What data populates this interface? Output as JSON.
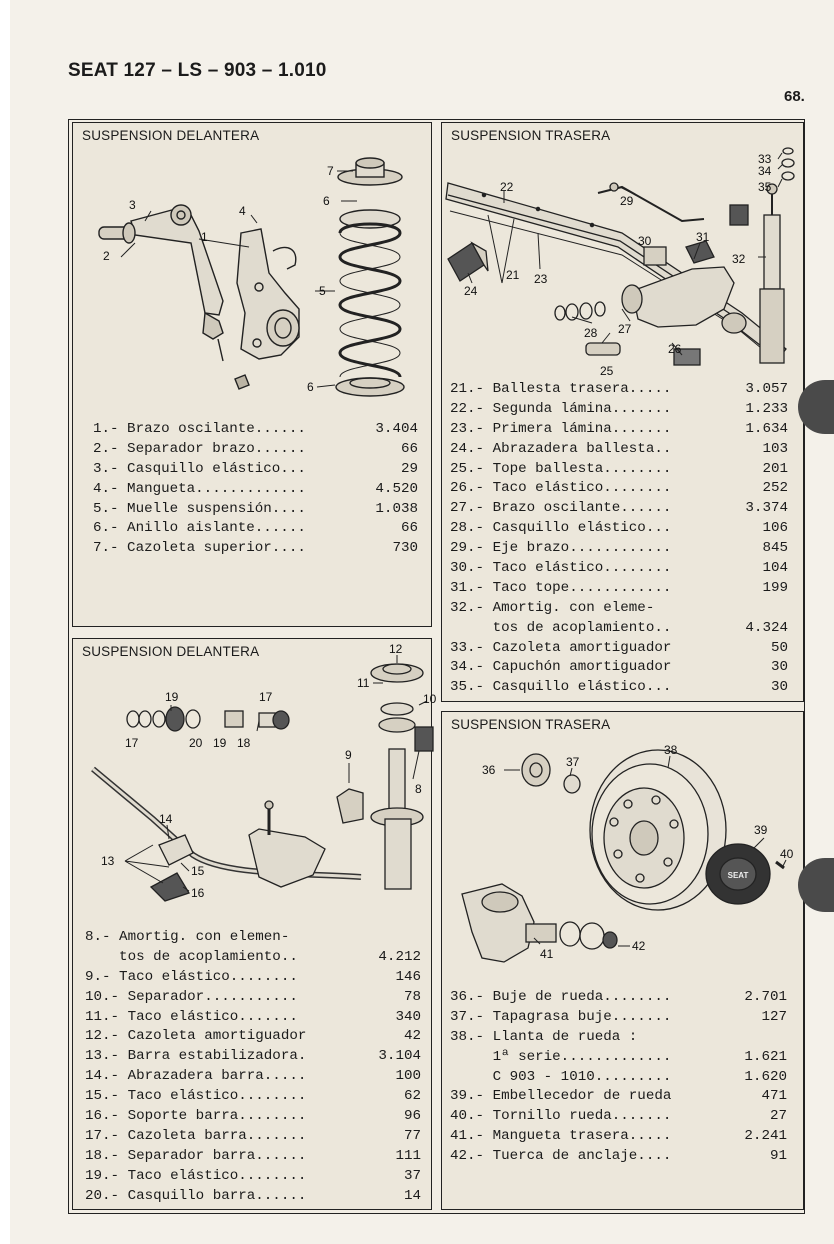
{
  "header": {
    "title": "SEAT 127 – LS – 903 – 1.010",
    "page_number": "68."
  },
  "panels": {
    "front_top": {
      "title": "SUSPENSION DELANTERA",
      "callouts": [
        "1",
        "2",
        "3",
        "4",
        "5",
        "6",
        "6",
        "7"
      ],
      "items": [
        {
          "desc": "1.- Brazo oscilante......",
          "price": "3.404"
        },
        {
          "desc": "2.- Separador brazo......",
          "price": "66"
        },
        {
          "desc": "3.- Casquillo elástico...",
          "price": "29"
        },
        {
          "desc": "4.- Mangueta.............",
          "price": "4.520"
        },
        {
          "desc": "5.- Muelle suspensión....",
          "price": "1.038"
        },
        {
          "desc": "6.- Anillo aislante......",
          "price": "66"
        },
        {
          "desc": "7.- Cazoleta superior....",
          "price": "730"
        }
      ]
    },
    "rear_top": {
      "title": "SUSPENSION TRASERA",
      "callouts": [
        "21",
        "22",
        "23",
        "24",
        "25",
        "26",
        "27",
        "28",
        "29",
        "30",
        "31",
        "32",
        "33",
        "34",
        "35"
      ],
      "items": [
        {
          "desc": "21.- Ballesta trasera.....",
          "price": "3.057"
        },
        {
          "desc": "22.- Segunda lámina.......",
          "price": "1.233"
        },
        {
          "desc": "23.- Primera lámina.......",
          "price": "1.634"
        },
        {
          "desc": "24.- Abrazadera ballesta..",
          "price": "103"
        },
        {
          "desc": "25.- Tope ballesta........",
          "price": "201"
        },
        {
          "desc": "26.- Taco elástico........",
          "price": "252"
        },
        {
          "desc": "27.- Brazo oscilante......",
          "price": "3.374"
        },
        {
          "desc": "28.- Casquillo elástico...",
          "price": "106"
        },
        {
          "desc": "29.- Eje brazo............",
          "price": "845"
        },
        {
          "desc": "30.- Taco elástico........",
          "price": "104"
        },
        {
          "desc": "31.- Taco tope............",
          "price": "199"
        },
        {
          "desc": "32.- Amortig. con eleme-",
          "price": ""
        },
        {
          "desc": "     tos de acoplamiento..",
          "price": "4.324"
        },
        {
          "desc": "33.- Cazoleta amortiguador",
          "price": "50"
        },
        {
          "desc": "34.- Capuchón amortiguador",
          "price": "30"
        },
        {
          "desc": "35.- Casquillo elástico...",
          "price": "30"
        }
      ]
    },
    "front_bottom": {
      "title": "SUSPENSION DELANTERA",
      "callouts": [
        "8",
        "9",
        "10",
        "11",
        "12",
        "13",
        "14",
        "15",
        "16",
        "17",
        "17",
        "18",
        "19",
        "19",
        "20"
      ],
      "items": [
        {
          "desc": "8.- Amortig. con elemen-",
          "price": ""
        },
        {
          "desc": "    tos de acoplamiento..",
          "price": "4.212"
        },
        {
          "desc": "9.- Taco elástico........",
          "price": "146"
        },
        {
          "desc": "10.- Separador...........",
          "price": "78"
        },
        {
          "desc": "11.- Taco elástico.......",
          "price": "340"
        },
        {
          "desc": "12.- Cazoleta amortiguador",
          "price": "42"
        },
        {
          "desc": "13.- Barra estabilizadora.",
          "price": "3.104"
        },
        {
          "desc": "14.- Abrazadera barra.....",
          "price": "100"
        },
        {
          "desc": "15.- Taco elástico........",
          "price": "62"
        },
        {
          "desc": "16.- Soporte barra........",
          "price": "96"
        },
        {
          "desc": "17.- Cazoleta barra.......",
          "price": "77"
        },
        {
          "desc": "18.- Separador barra......",
          "price": "111"
        },
        {
          "desc": "19.- Taco elástico........",
          "price": "37"
        },
        {
          "desc": "20.- Casquillo barra......",
          "price": "14"
        }
      ]
    },
    "rear_bottom": {
      "title": "SUSPENSION TRASERA",
      "callouts": [
        "36",
        "37",
        "38",
        "39",
        "40",
        "41",
        "42"
      ],
      "wheel_cap_text": "SEAT",
      "items": [
        {
          "desc": "36.- Buje de rueda........",
          "price": "2.701"
        },
        {
          "desc": "37.- Tapagrasa buje.......",
          "price": "127"
        },
        {
          "desc": "38.- Llanta de rueda :",
          "price": ""
        },
        {
          "desc": "     1ª serie.............",
          "price": "1.621"
        },
        {
          "desc": "     C 903 - 1010.........",
          "price": "1.620"
        },
        {
          "desc": "39.- Embellecedor de rueda",
          "price": "471"
        },
        {
          "desc": "40.- Tornillo rueda.......",
          "price": "27"
        },
        {
          "desc": "41.- Mangueta trasera.....",
          "price": "2.241"
        },
        {
          "desc": "42.- Tuerca de anclaje....",
          "price": "91"
        }
      ]
    }
  }
}
